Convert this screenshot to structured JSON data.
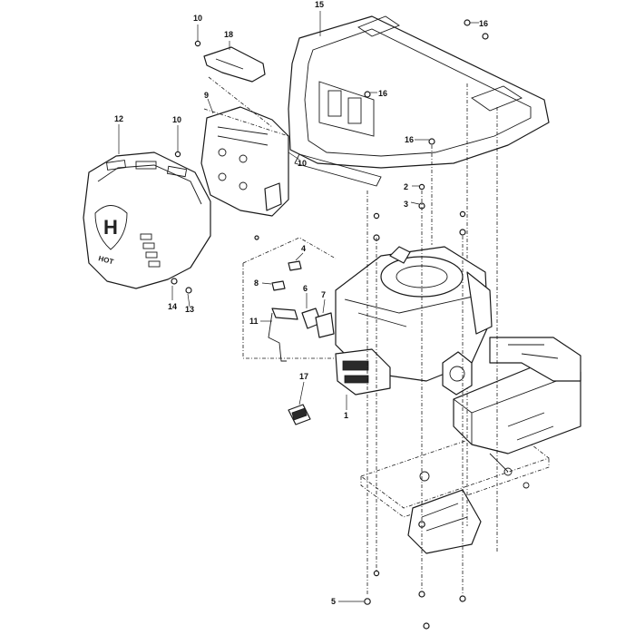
{
  "callouts": [
    {
      "label": "10"
    },
    {
      "label": "18"
    },
    {
      "label": "15"
    },
    {
      "label": "16"
    },
    {
      "label": "9"
    },
    {
      "label": "16"
    },
    {
      "label": "12"
    },
    {
      "label": "10"
    },
    {
      "label": "16"
    },
    {
      "label": "10"
    },
    {
      "label": "2"
    },
    {
      "label": "3"
    },
    {
      "label": "4"
    },
    {
      "label": "8"
    },
    {
      "label": "6"
    },
    {
      "label": "7"
    },
    {
      "label": "14"
    },
    {
      "label": "13"
    },
    {
      "label": "11"
    },
    {
      "label": "17"
    },
    {
      "label": "1"
    },
    {
      "label": "5"
    }
  ],
  "hood": {
    "emblem_letter": "H",
    "warning_text": "HOT"
  }
}
